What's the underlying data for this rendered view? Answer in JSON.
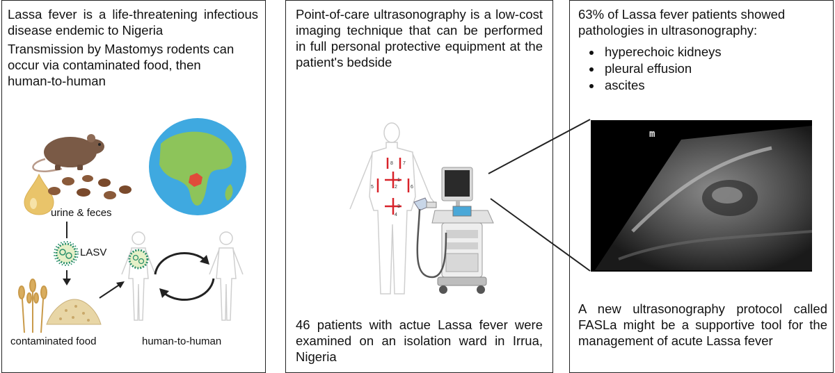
{
  "panel1": {
    "text1": "Lassa fever is a life-threatening infectious disease endemic to Nigeria",
    "text2": "Transmission by Mastomys rodents can occur via contaminated food, then human-to-human",
    "label_urine": "urine & feces",
    "label_lasv": "LASV",
    "label_food": "contaminated food",
    "label_human": "human-to-human"
  },
  "panel2": {
    "text1": "Point-of-care ultrasonography is a low-cost imaging technique that can be performed in full personal protective equipment at the patient's bedside",
    "text2": "46 patients with actue Lassa fever were examined on an isolation ward in Irrua, Nigeria",
    "probe_markers": [
      "1",
      "2",
      "3",
      "4",
      "5",
      "6",
      "7",
      "8"
    ]
  },
  "panel3": {
    "text1": "63% of Lassa fever patients showed pathologies in ultrasonography:",
    "bullets": [
      "hyperechoic kidneys",
      "pleural effusion",
      "ascites"
    ],
    "us_mark": "m",
    "text2": "A new ultrasonography protocol called FASLa might be a supportive tool for the management of acute Lassa fever"
  },
  "colors": {
    "border": "#222222",
    "rat": "#7a5a46",
    "urine": "#e9c46a",
    "ocean": "#3fa9e0",
    "land": "#8dc45a",
    "nigeria": "#e04b3a",
    "virus": "#2a8f6a",
    "marker_red": "#d8232a"
  }
}
